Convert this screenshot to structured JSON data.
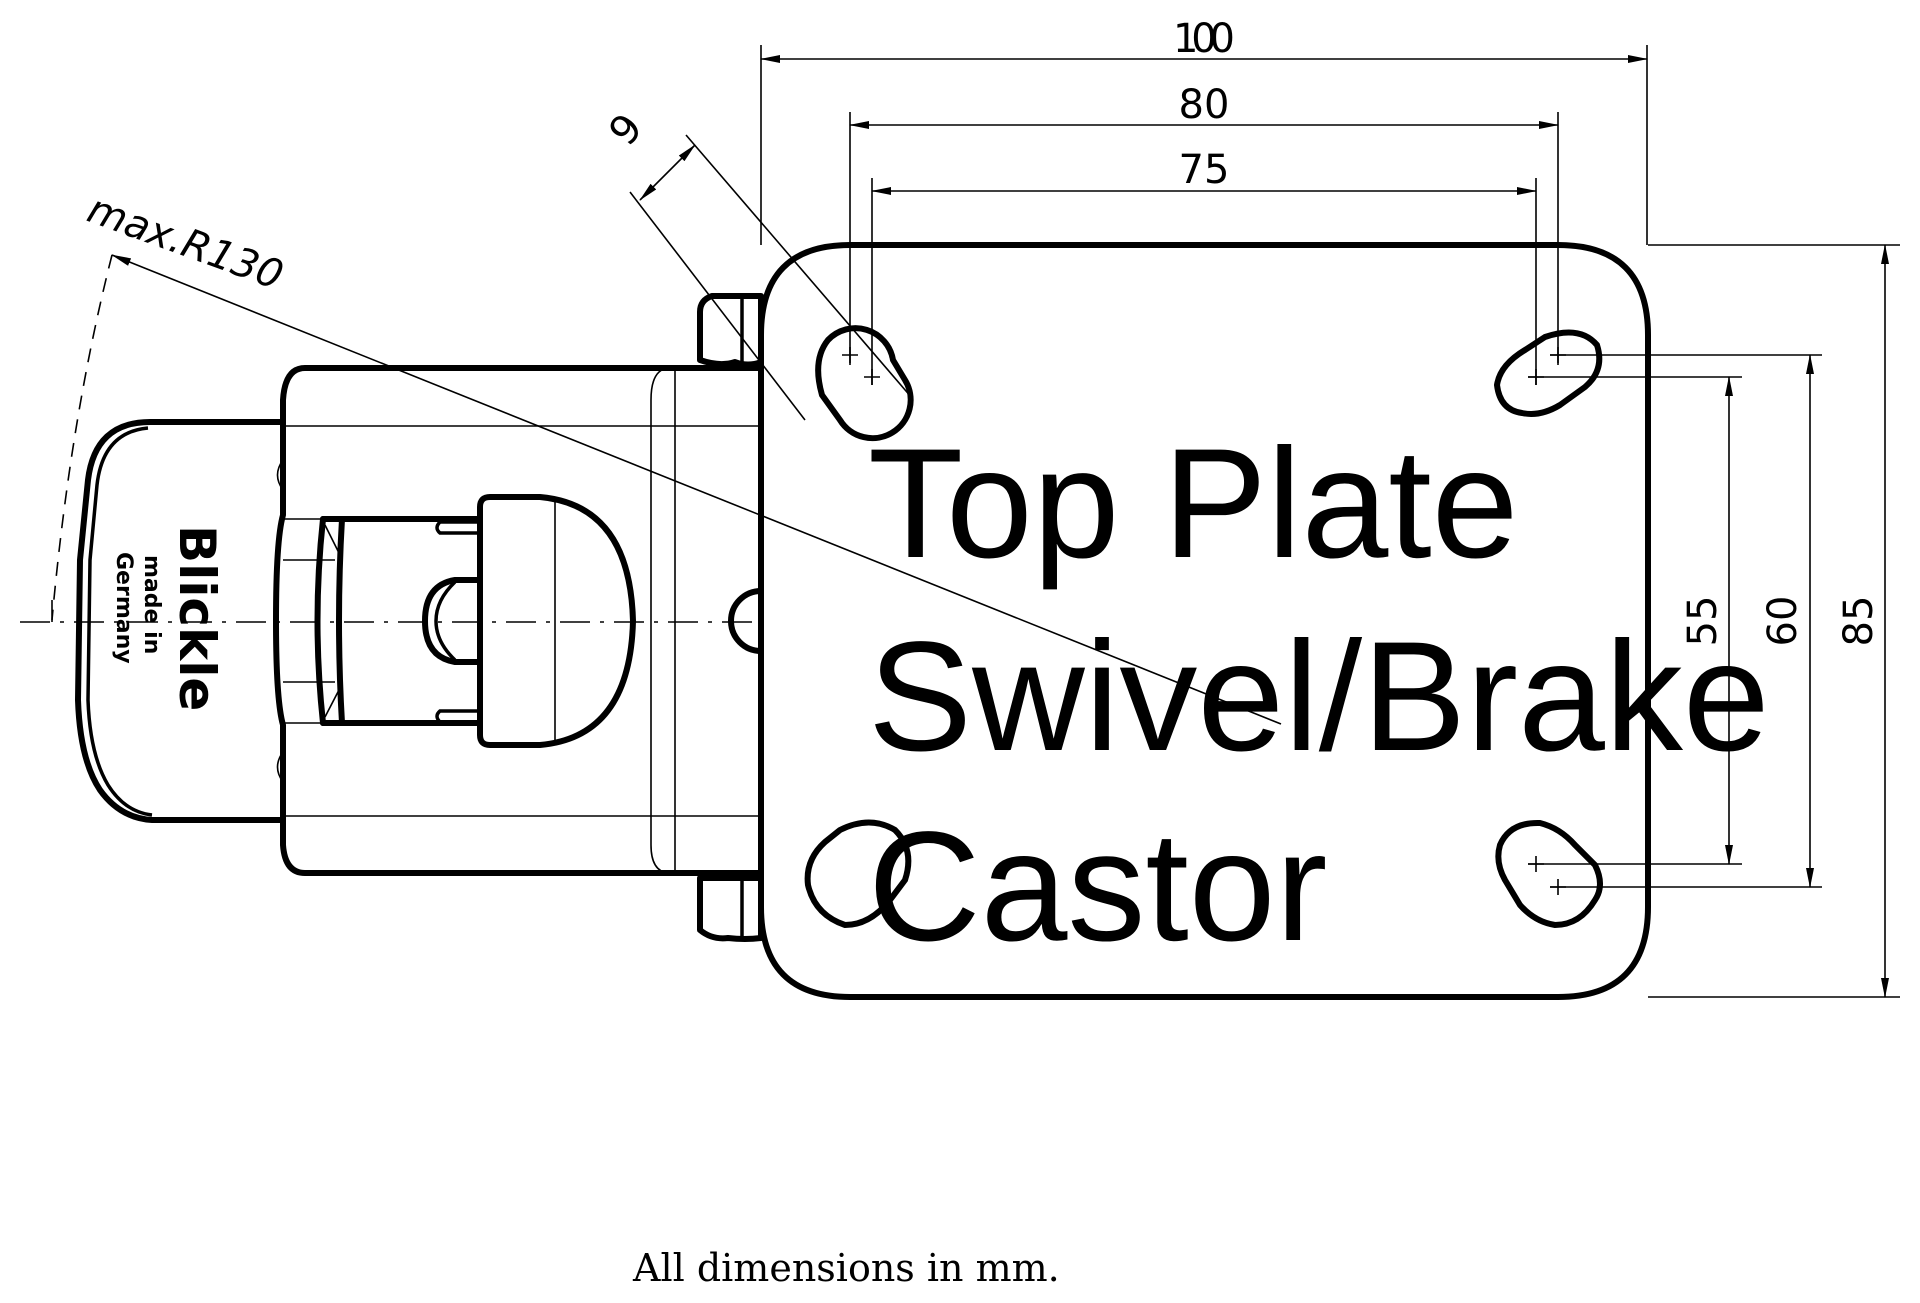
{
  "drawing": {
    "label_lines": [
      "Top Plate",
      "Swivel/Brake",
      "Castor"
    ],
    "brand": {
      "name": "Blickle",
      "line1": "made in",
      "line2": "Germany"
    },
    "radius_annotation": "max.R130",
    "dimensions": {
      "plate_width": "100",
      "bolt_spacing_x_outer": "80",
      "bolt_spacing_x_inner": "75",
      "slot_width": "9",
      "bolt_spacing_y_inner": "55",
      "bolt_spacing_y_outer": "60",
      "plate_length": "85"
    },
    "units": "mm"
  },
  "footer": {
    "note": "All dimensions in mm."
  }
}
